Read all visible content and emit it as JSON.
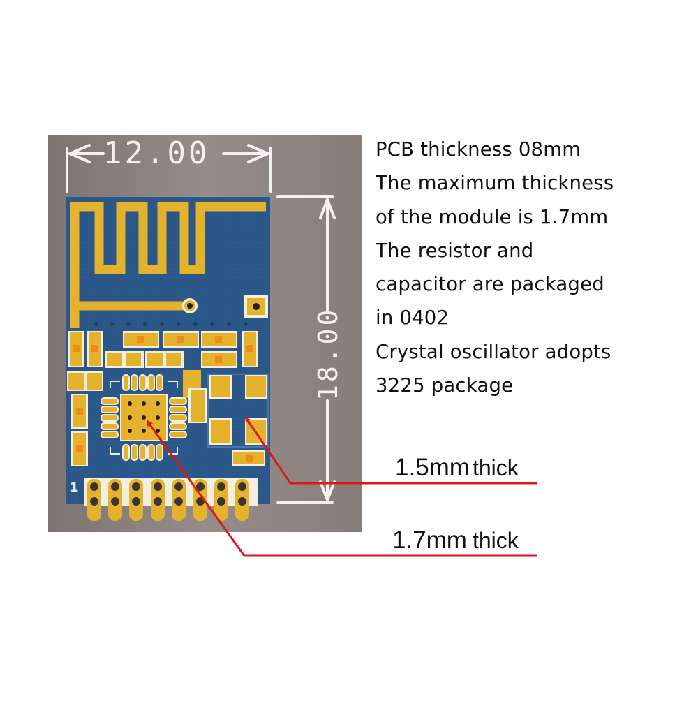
{
  "figure": {
    "background_color": "#ffffff",
    "panel_color": "#8f8582",
    "pcb_color": "#2a5688",
    "copper_color": "#e4b22c",
    "silk_color": "#f2efe0",
    "callout_color": "#e01515"
  },
  "dimensions": {
    "width_label": "12.00",
    "height_label": "18.00"
  },
  "pcb": {
    "pin1_label": "1",
    "header_pin_count": 8
  },
  "specs": {
    "lines": [
      "PCB thickness 08mm",
      "The maximum thickness",
      "of the module is 1.7mm",
      "The resistor and",
      "capacitor are packaged",
      "in 0402",
      "Crystal oscillator adopts",
      "3225 package"
    ]
  },
  "callouts": [
    {
      "value": "1.5mm",
      "unit": "thick",
      "target": "crystal-oscillator"
    },
    {
      "value": "1.7mm",
      "unit": "thick",
      "target": "rf-chip"
    }
  ]
}
